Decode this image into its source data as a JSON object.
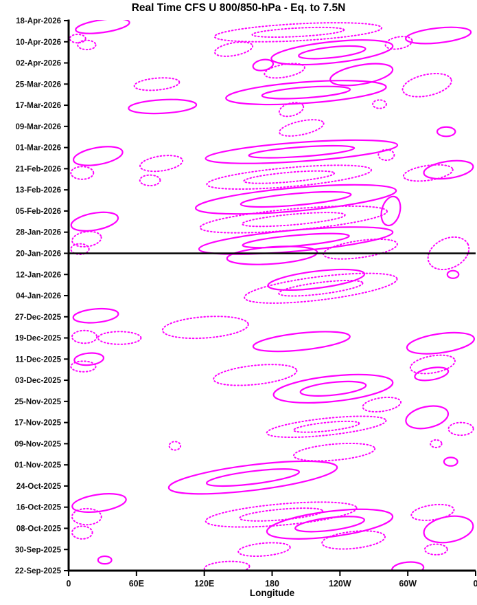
{
  "header": {
    "title": "Real Time CFS U 800/850-hPa - Eq. to 7.5N"
  },
  "chart_data": {
    "type": "contour",
    "subtype": "hovmoller-time-longitude",
    "title": "Real Time CFS U 800/850-hPa - Eq. to 7.5N",
    "xlabel": "Longitude",
    "x_domain_deg": [
      0,
      360
    ],
    "x_tick_lons_deg": [
      0,
      60,
      120,
      180,
      240,
      300,
      360
    ],
    "x_tick_labels": [
      "0",
      "60E",
      "120E",
      "180",
      "120W",
      "60W",
      "0"
    ],
    "y_tick_labels": [
      "18-Apr-2026",
      "10-Apr-2026",
      "02-Apr-2026",
      "25-Mar-2026",
      "17-Mar-2026",
      "09-Mar-2026",
      "01-Mar-2026",
      "21-Feb-2026",
      "13-Feb-2026",
      "05-Feb-2026",
      "28-Jan-2026",
      "20-Jan-2026",
      "12-Jan-2026",
      "04-Jan-2026",
      "27-Dec-2025",
      "19-Dec-2025",
      "11-Dec-2025",
      "03-Dec-2025",
      "25-Nov-2025",
      "17-Nov-2025",
      "09-Nov-2025",
      "01-Nov-2025",
      "24-Oct-2025",
      "16-Oct-2025",
      "08-Oct-2025",
      "30-Sep-2025",
      "22-Sep-2025"
    ],
    "divider": {
      "row_index": 11,
      "label": "20-Jan-2026"
    },
    "contour_color": "#ff00ff",
    "axis_color": "#000000",
    "contour_styles": {
      "s": "solid magenta contour",
      "d": "dotted magenta contour"
    },
    "contour_format": [
      "center_lon_deg",
      "center_row_index",
      "radius_lon_deg",
      "radius_rows",
      "rotation_deg",
      "style"
    ],
    "contours": [
      [
        30,
        0.26,
        24,
        0.3,
        -8,
        "s"
      ],
      [
        8,
        0.85,
        7,
        0.2,
        0,
        "d"
      ],
      [
        203,
        0.55,
        74,
        0.4,
        -3,
        "d"
      ],
      [
        327,
        0.7,
        29,
        0.35,
        -6,
        "s"
      ],
      [
        16,
        1.15,
        8,
        0.22,
        0,
        "d"
      ],
      [
        146,
        1.35,
        17,
        0.3,
        -10,
        "d"
      ],
      [
        233,
        1.5,
        54,
        0.5,
        -6,
        "s"
      ],
      [
        292,
        1.05,
        12,
        0.28,
        -10,
        "d"
      ],
      [
        172,
        2.1,
        9,
        0.25,
        -10,
        "s"
      ],
      [
        191,
        2.37,
        18,
        0.3,
        -10,
        "d"
      ],
      [
        259,
        2.55,
        28,
        0.45,
        -10,
        "s"
      ],
      [
        317,
        3.05,
        22,
        0.5,
        -12,
        "d"
      ],
      [
        78,
        3.0,
        20,
        0.28,
        -5,
        "d"
      ],
      [
        210,
        3.4,
        71,
        0.5,
        -4,
        "s"
      ],
      [
        83,
        4.06,
        30,
        0.32,
        -3,
        "s"
      ],
      [
        197,
        4.2,
        11,
        0.3,
        -15,
        "d"
      ],
      [
        275,
        3.95,
        6,
        0.2,
        0,
        "d"
      ],
      [
        206,
        5.07,
        20,
        0.32,
        -12,
        "d"
      ],
      [
        334,
        5.25,
        8,
        0.22,
        0,
        "s"
      ],
      [
        206,
        6.2,
        85,
        0.45,
        -4,
        "s"
      ],
      [
        26,
        6.4,
        22,
        0.4,
        -10,
        "s"
      ],
      [
        82,
        6.75,
        19,
        0.35,
        -8,
        "d"
      ],
      [
        281,
        6.35,
        7,
        0.25,
        0,
        "d"
      ],
      [
        336,
        7.05,
        22,
        0.4,
        -8,
        "s"
      ],
      [
        195,
        7.4,
        73,
        0.45,
        -5,
        "d"
      ],
      [
        12,
        7.2,
        10,
        0.3,
        0,
        "d"
      ],
      [
        72,
        7.55,
        9,
        0.25,
        0,
        "d"
      ],
      [
        318,
        7.2,
        22,
        0.35,
        -8,
        "d"
      ],
      [
        201,
        8.45,
        89,
        0.55,
        -5,
        "s"
      ],
      [
        199,
        9.4,
        83,
        0.5,
        -5,
        "d"
      ],
      [
        23,
        9.5,
        21,
        0.4,
        -10,
        "s"
      ],
      [
        285,
        9.0,
        8,
        0.7,
        15,
        "s"
      ],
      [
        201,
        10.4,
        86,
        0.5,
        -5,
        "s"
      ],
      [
        16,
        10.33,
        13,
        0.35,
        -8,
        "d"
      ],
      [
        10,
        10.8,
        8,
        0.25,
        0,
        "d"
      ],
      [
        336,
        11.0,
        19,
        0.7,
        -25,
        "d"
      ],
      [
        180,
        11.1,
        40,
        0.4,
        -4,
        "s"
      ],
      [
        258,
        10.8,
        33,
        0.4,
        -8,
        "d"
      ],
      [
        219,
        12.25,
        43,
        0.4,
        -7,
        "s"
      ],
      [
        223,
        12.65,
        68,
        0.55,
        -7,
        "d"
      ],
      [
        340,
        12.0,
        5,
        0.18,
        0,
        "s"
      ],
      [
        24,
        13.95,
        20,
        0.32,
        -5,
        "s"
      ],
      [
        121,
        14.5,
        38,
        0.5,
        -4,
        "d"
      ],
      [
        14,
        14.95,
        11,
        0.3,
        0,
        "d"
      ],
      [
        45,
        15.0,
        19,
        0.3,
        0,
        "d"
      ],
      [
        206,
        15.17,
        43,
        0.4,
        -6,
        "s"
      ],
      [
        329,
        15.25,
        30,
        0.45,
        -8,
        "s"
      ],
      [
        18,
        16.0,
        13,
        0.28,
        -5,
        "s"
      ],
      [
        13,
        16.35,
        11,
        0.25,
        0,
        "d"
      ],
      [
        165,
        16.75,
        37,
        0.45,
        -6,
        "d"
      ],
      [
        322,
        16.25,
        20,
        0.4,
        -10,
        "d"
      ],
      [
        321,
        16.7,
        15,
        0.28,
        -10,
        "s"
      ],
      [
        234,
        17.4,
        53,
        0.6,
        -6,
        "s"
      ],
      [
        277,
        18.15,
        17,
        0.32,
        -8,
        "d"
      ],
      [
        317,
        18.75,
        19,
        0.5,
        -12,
        "s"
      ],
      [
        228,
        19.2,
        53,
        0.4,
        -6,
        "d"
      ],
      [
        347,
        19.3,
        11,
        0.3,
        0,
        "d"
      ],
      [
        94,
        20.1,
        5,
        0.2,
        0,
        "d"
      ],
      [
        235,
        20.4,
        36,
        0.38,
        -5,
        "d"
      ],
      [
        325,
        20.0,
        5,
        0.18,
        0,
        "d"
      ],
      [
        338,
        20.85,
        6,
        0.2,
        0,
        "s"
      ],
      [
        163,
        21.6,
        75,
        0.6,
        -7,
        "s"
      ],
      [
        27,
        22.8,
        24,
        0.4,
        -8,
        "s"
      ],
      [
        16,
        23.45,
        13,
        0.38,
        0,
        "d"
      ],
      [
        12,
        24.2,
        9,
        0.3,
        0,
        "d"
      ],
      [
        188,
        23.35,
        67,
        0.5,
        -5,
        "d"
      ],
      [
        231,
        23.8,
        56,
        0.6,
        -7,
        "s"
      ],
      [
        252,
        24.55,
        28,
        0.4,
        -6,
        "d"
      ],
      [
        336,
        24.05,
        22,
        0.6,
        -10,
        "s"
      ],
      [
        322,
        23.25,
        19,
        0.35,
        -8,
        "d"
      ],
      [
        173,
        25.0,
        23,
        0.3,
        -5,
        "d"
      ],
      [
        325,
        25.0,
        10,
        0.25,
        0,
        "d"
      ],
      [
        32,
        25.5,
        6,
        0.18,
        0,
        "s"
      ],
      [
        140,
        25.85,
        20,
        0.28,
        -3,
        "d"
      ],
      [
        300,
        25.9,
        14,
        0.3,
        -5,
        "s"
      ]
    ]
  }
}
